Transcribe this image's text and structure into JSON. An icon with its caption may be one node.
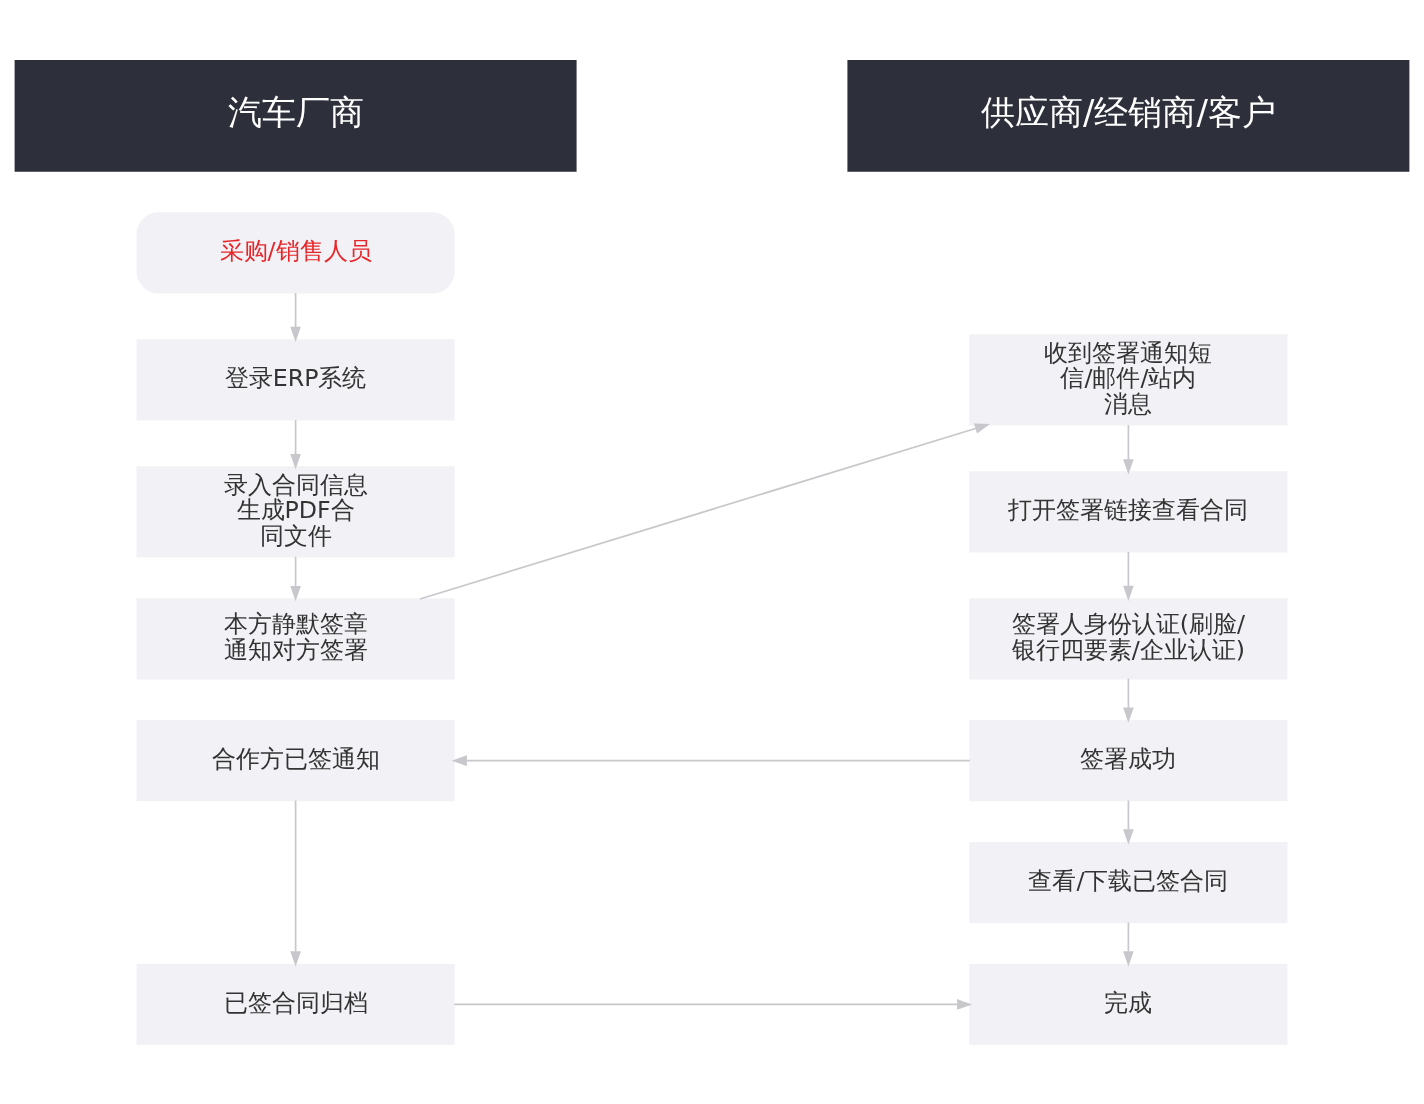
{
  "diagram": {
    "nodes": [
      {
        "text": [
          "汽车厂商"
        ]
      },
      {
        "text": [
          "供应商/经销商/客户"
        ]
      },
      {
        "text": [
          "采购/销售人员"
        ]
      },
      {
        "text": [
          "登录ERP系统"
        ]
      },
      {
        "text": [
          "录入合同信息生成PDF合同文件"
        ]
      },
      {
        "text": [
          "本方静默签章通知对方签署"
        ]
      },
      {
        "text": [
          "合作方已签通知"
        ]
      },
      {
        "text": [
          "已签合同归档"
        ]
      },
      {
        "text": [
          "收到签署通知短信/邮件/站内消息"
        ]
      },
      {
        "text": [
          "打开签署链接查看合同"
        ]
      },
      {
        "text": [
          "签署人身份认证(刷脸/银行四要素/企业认证)"
        ]
      },
      {
        "text": [
          "签署成功"
        ]
      },
      {
        "text": [
          "查看/下载已签合同"
        ]
      },
      {
        "text": [
          "完成"
        ]
      }
    ],
    "edges": [
      {
        "from": 2,
        "to": 3,
        "arrow": "to"
      },
      {
        "from": 3,
        "to": 4,
        "arrow": "to"
      },
      {
        "from": 4,
        "to": 5,
        "arrow": "to"
      },
      {
        "from": 5,
        "to": 8,
        "arrow": "to"
      },
      {
        "from": 8,
        "to": 9,
        "arrow": "to"
      },
      {
        "from": 9,
        "to": 10,
        "arrow": "to"
      },
      {
        "from": 10,
        "to": 11,
        "arrow": "to"
      },
      {
        "from": 11,
        "to": 6,
        "arrow": "to"
      },
      {
        "from": 6,
        "to": 7,
        "arrow": "to"
      },
      {
        "from": 11,
        "to": 12,
        "arrow": "to"
      },
      {
        "from": 12,
        "to": 13,
        "arrow": "to"
      },
      {
        "from": 7,
        "to": 13,
        "arrow": "to"
      }
    ]
  }
}
